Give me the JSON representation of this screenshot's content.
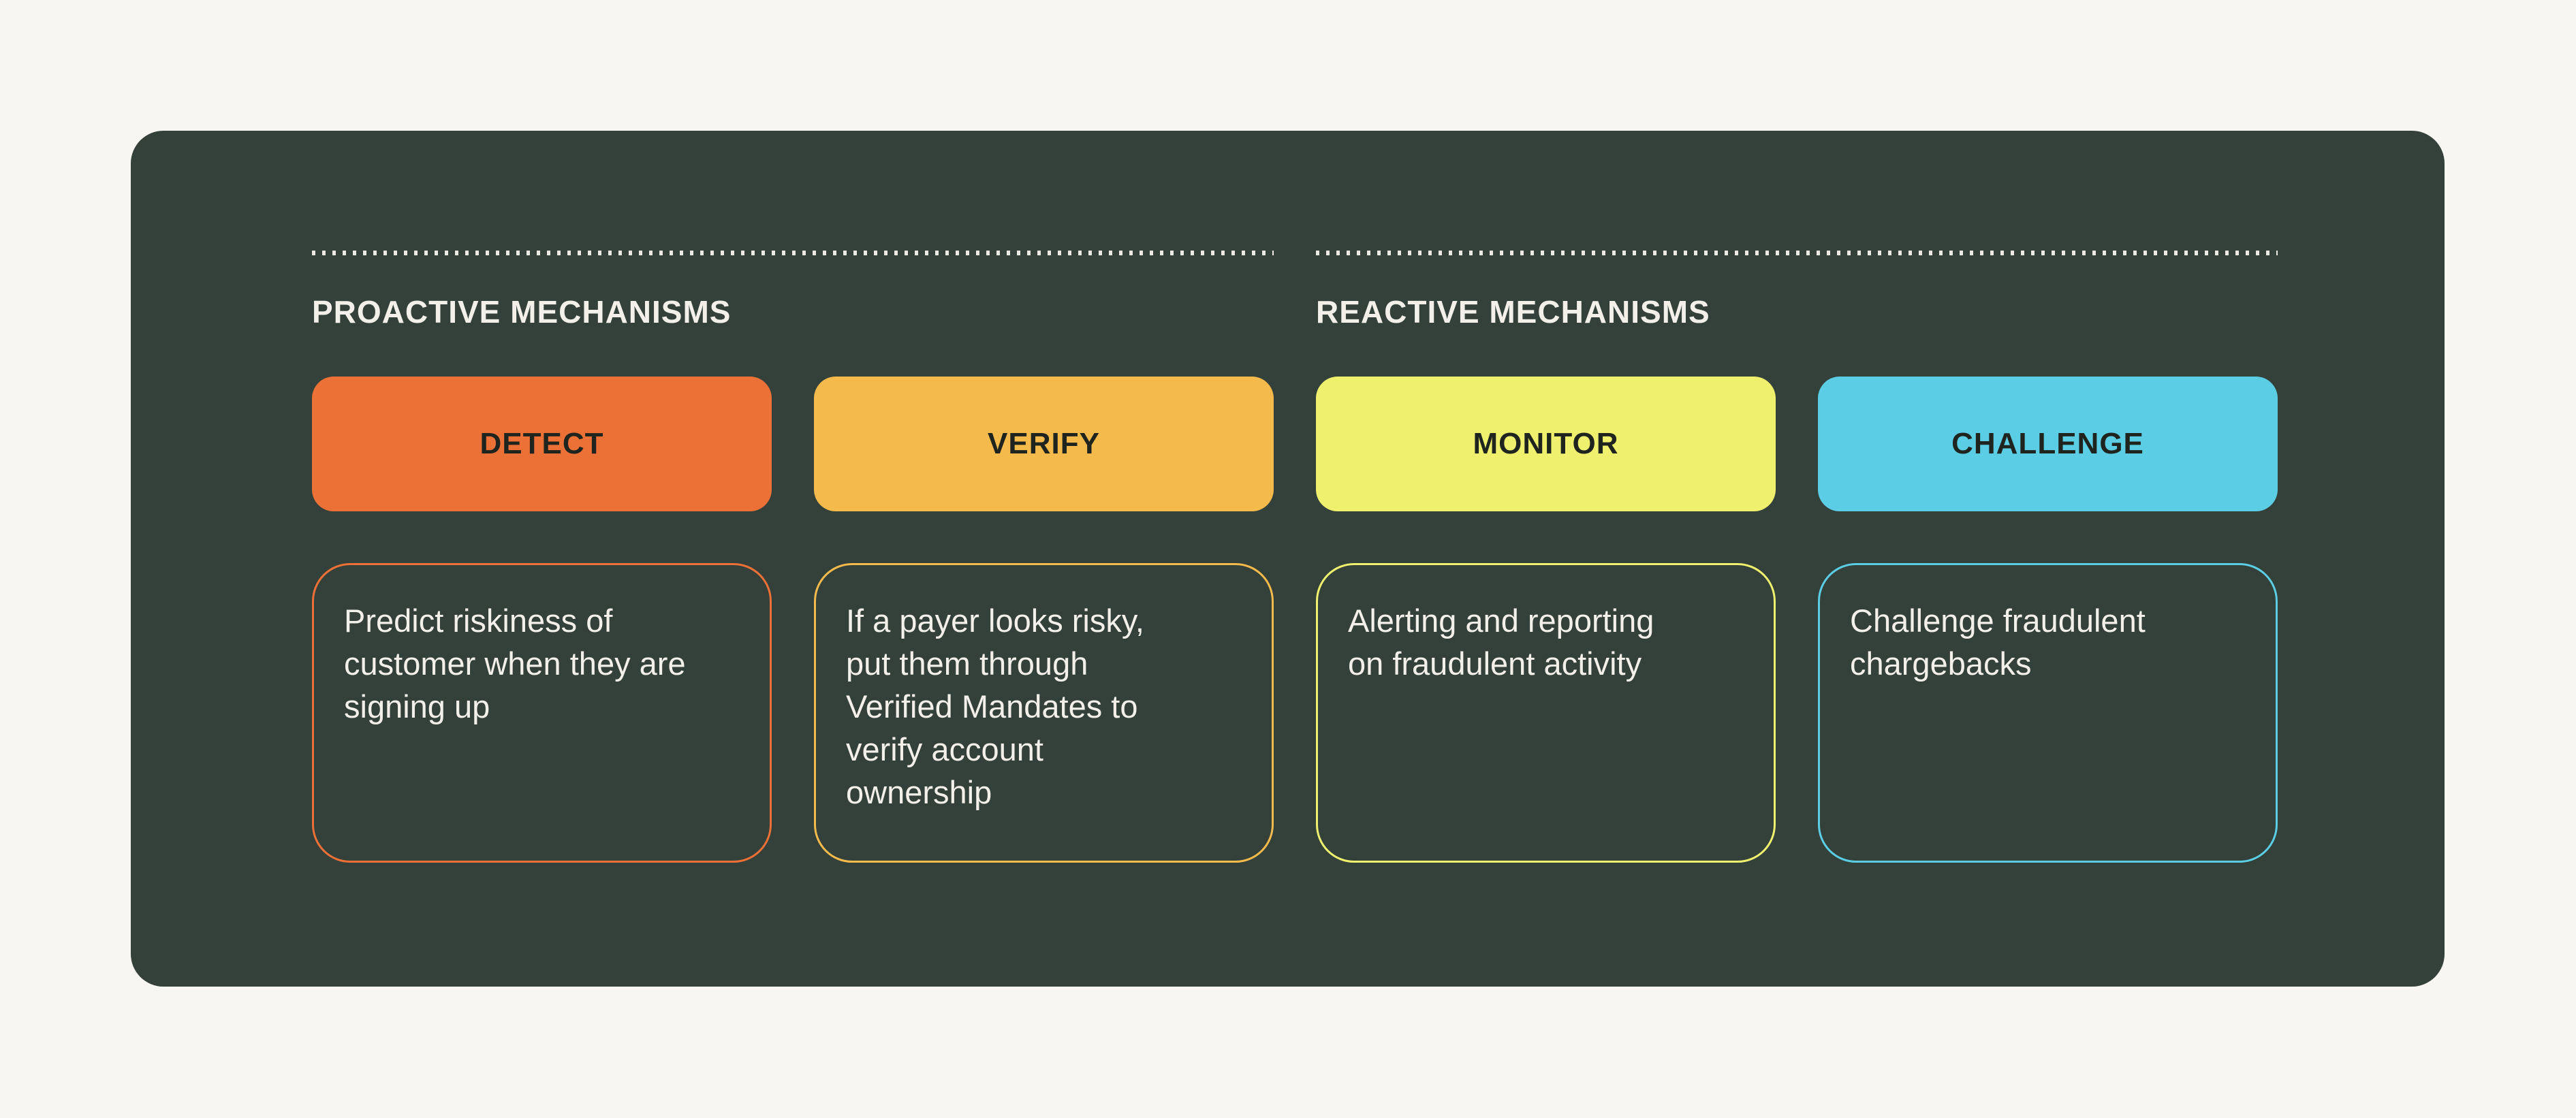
{
  "colors": {
    "page_background": "#F8F6F1",
    "panel_background": "#34403A",
    "dotted_line": "#ECEAE2",
    "group_label_text": "#F2F0E9",
    "card_title_text": "#20241E",
    "description_text": "#F2F0E9",
    "detect": "#EC7137",
    "verify": "#F4BA4C",
    "monitor": "#EEF06E",
    "challenge": "#5BCDE4"
  },
  "groups": [
    {
      "label": "PROACTIVE MECHANISMS"
    },
    {
      "label": "REACTIVE MECHANISMS"
    }
  ],
  "cards": [
    {
      "title": "DETECT",
      "color": "#EC7137",
      "description": "Predict riskiness of\ncustomer when they are\nsigning up"
    },
    {
      "title": "VERIFY",
      "color": "#F4BA4C",
      "description": "If a payer looks risky,\nput them through\nVerified Mandates to\nverify account\nownership"
    },
    {
      "title": "MONITOR",
      "color": "#EEF06E",
      "description": "Alerting and reporting\non fraudulent activity"
    },
    {
      "title": "CHALLENGE",
      "color": "#5BCDE4",
      "description": "Challenge fraudulent\nchargebacks"
    }
  ]
}
